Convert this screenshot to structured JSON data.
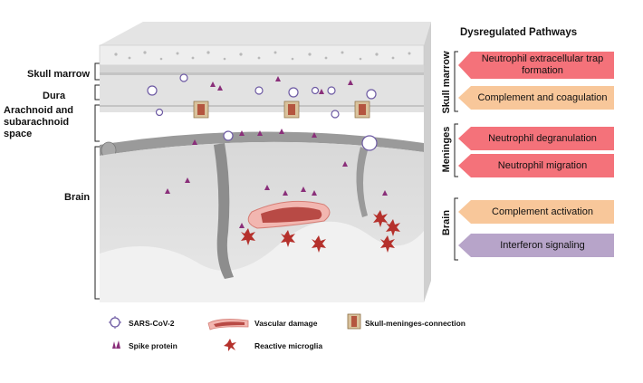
{
  "layers": {
    "skull_marrow": "Skull marrow",
    "dura": "Dura",
    "arachnoid": "Arachnoid and subarachnoid space",
    "brain": "Brain"
  },
  "pathways": {
    "header": "Dysregulated Pathways",
    "groups": {
      "skull_marrow": "Skull marrow",
      "meninges": "Meninges",
      "brain": "Brain"
    },
    "items": [
      {
        "label": "Neutrophil extracellular trap formation",
        "color": "#f4727a"
      },
      {
        "label": "Complement and coagulation",
        "color": "#f8c79a"
      },
      {
        "label": "Neutrophil degranulation",
        "color": "#f4727a"
      },
      {
        "label": "Neutrophil migration",
        "color": "#f4727a"
      },
      {
        "label": "Complement activation",
        "color": "#f8c79a"
      },
      {
        "label": "Interferon signaling",
        "color": "#b7a4c9"
      }
    ]
  },
  "legend": {
    "sars": "SARS-CoV-2",
    "spike": "Spike protein",
    "vascular": "Vascular damage",
    "microglia": "Reactive microglia",
    "connection": "Skull-meninges-connection"
  }
}
